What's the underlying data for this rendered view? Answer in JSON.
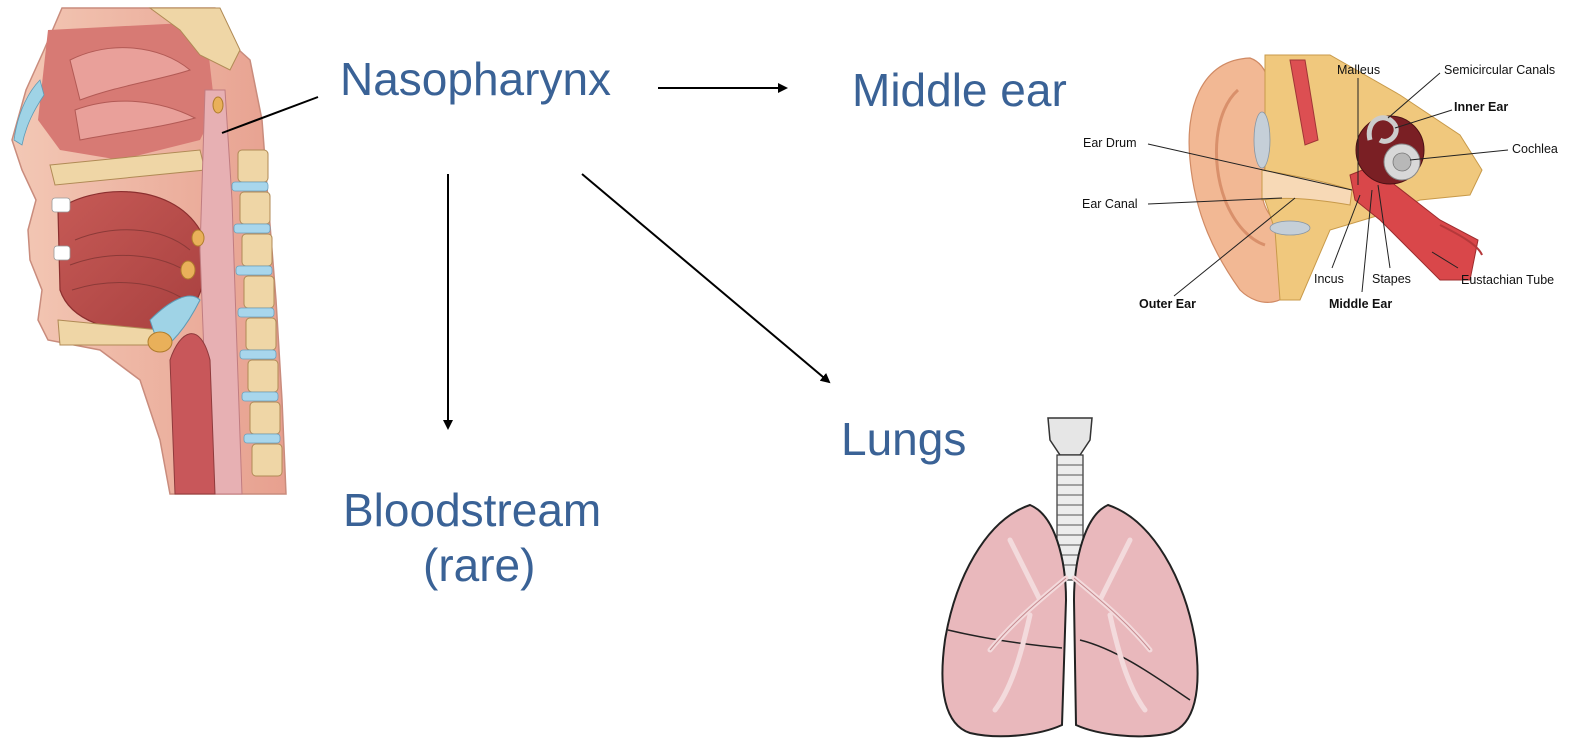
{
  "nodes": {
    "source": "Nasopharynx",
    "middle_ear": "Middle ear",
    "bloodstream_line1": "Bloodstream",
    "bloodstream_line2": "(rare)",
    "lungs": "Lungs"
  },
  "ear_diagram": {
    "labels": {
      "malleus": "Malleus",
      "semicircular_canals": "Semicircular Canals",
      "inner_ear": "Inner Ear",
      "ear_drum": "Ear Drum",
      "cochlea": "Cochlea",
      "ear_canal": "Ear Canal",
      "incus": "Incus",
      "stapes": "Stapes",
      "eustachian_tube": "Eustachian Tube",
      "outer_ear": "Outer Ear",
      "middle_ear": "Middle Ear"
    }
  },
  "colors": {
    "label_blue": "#3a6296",
    "tissue_red": "#c9545a",
    "tissue_pink": "#e8a3a6",
    "bone": "#f1d9a8",
    "lung_pink": "#e9b8bc"
  },
  "illustrations": {
    "head_section": "head-sagittal-section-illustration",
    "ear_anatomy": "ear-anatomy-illustration",
    "lungs": "lungs-illustration"
  }
}
